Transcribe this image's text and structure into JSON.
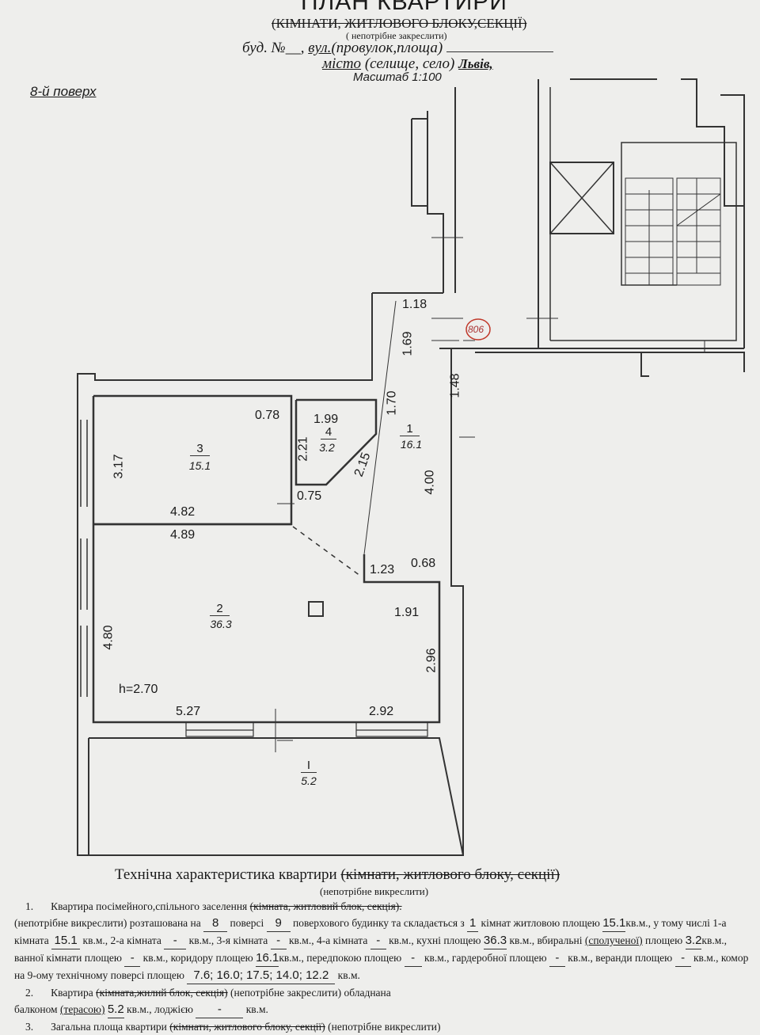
{
  "header": {
    "title": "ПЛАН КВАРТИРИ",
    "subtitle_struck": "(КІМНАТИ, ЖИТЛОВОГО БЛОКУ,СЕКЦІЇ)",
    "note": "( непотрібне закреслити)",
    "building": "буд. №__,",
    "street": "вул.",
    "street_rest": "(провулок,площа)",
    "city": "місто",
    "city_rest": "(селище, село)",
    "city_value": "Львів,",
    "scale": "Масштаб 1:100"
  },
  "floor_label": "8-й поверх",
  "plan": {
    "apartment_no": "806",
    "ceiling_height": "h=2.70",
    "rooms": [
      {
        "no": "1",
        "area": "16.1"
      },
      {
        "no": "2",
        "area": "36.3"
      },
      {
        "no": "3",
        "area": "15.1"
      },
      {
        "no": "4",
        "area": "3.2"
      },
      {
        "no": "I",
        "area": "5.2"
      }
    ],
    "dimensions": [
      "1.18",
      "1.69",
      "1.48",
      "1.70",
      "0.78",
      "1.99",
      "2.21",
      "2.15",
      "3.17",
      "0.75",
      "4.82",
      "4.89",
      "4.00",
      "1.23",
      "0.68",
      "1.91",
      "4.80",
      "2.96",
      "5.27",
      "2.92"
    ]
  },
  "tech": {
    "title": "Технічна характеристика квартири",
    "title_struck": "(кімнати, житлового блоку, секції)",
    "note": "(непотрібне викреслити)",
    "p1_no": "1.",
    "p1_a": "Квартира посімейного,спільного заселення",
    "p1_struck": "(кімната, житловий блок, секція).",
    "p1_b": "(непотрібне викреслити) розташована на",
    "floor": "8",
    "p1_c": "поверсі",
    "floors_total": "9",
    "p1_d": "поверхового будинку та складається з",
    "rooms_count": "1",
    "p1_e": "кімнат житловою площею",
    "living_area": "15.1",
    "p1_f": "кв.м., у тому числі 1-а кімната",
    "room1": "15.1",
    "p1_g": "кв.м., 2-а кімната",
    "room2": "-",
    "p1_h": "кв.м., 3-я кімната",
    "room3": "-",
    "p1_i": "кв.м., 4-а кімната",
    "room4": "-",
    "p1_j": "кв.м., кухні площею",
    "kitchen": "36.3",
    "p1_k": "кв.м., вбиральні",
    "p1_l": "(сполученої)",
    "p1_m": "площею",
    "wc": "3.2",
    "p1_n": "кв.м., ванної кімнати площею",
    "bath": "-",
    "p1_o": "кв.м., коридору площею",
    "corridor": "16.1",
    "p1_p": "кв.м., передпокою площею",
    "hall": "-",
    "p1_q": "кв.м., гардеробної площею",
    "wardrobe": "-",
    "p1_r": "кв.м., веранди площею",
    "veranda": "-",
    "p1_s": "кв.м., комор на 9-ому технічному поверсі площею",
    "storage": "7.6; 16.0; 17.5; 14.0; 12.2",
    "p1_t": "кв.м.",
    "p2_no": "2.",
    "p2_a": "Квартира",
    "p2_struck": "(кімната,жилий блок, секція)",
    "p2_b": "(непотрібне закреслити) обладнана",
    "p2_c": "балконом",
    "p2_d": "(терасою)",
    "balcony": "5.2",
    "p2_e": "кв.м., лоджією",
    "loggia": "-",
    "p2_f": "кв.м.",
    "p3_no": "3.",
    "p3_a": "Загальна площа квартири",
    "p3_struck": "(кімнати, житлового блоку, секції)",
    "p3_b": "(непотрібне викреслити)"
  }
}
